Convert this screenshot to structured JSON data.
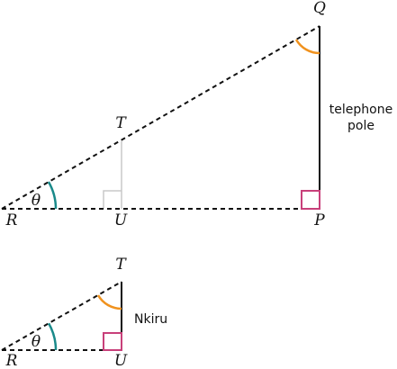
{
  "top_figure": {
    "vertices": {
      "R": "R",
      "T": "T",
      "U": "U",
      "Q": "Q",
      "P": "P"
    },
    "angle_label": "θ",
    "pole_label_line1": "telephone",
    "pole_label_line2": "pole"
  },
  "bottom_figure": {
    "vertices": {
      "T": "T",
      "R": "R",
      "U": "U"
    },
    "angle_label": "θ",
    "person_label": "Nkiru"
  },
  "colors": {
    "angle_theta": "#1a8a8a",
    "angle_top": "#f0921e",
    "right_angle": "#c8407a",
    "guide": "#c8c8c8",
    "line": "#111111"
  }
}
